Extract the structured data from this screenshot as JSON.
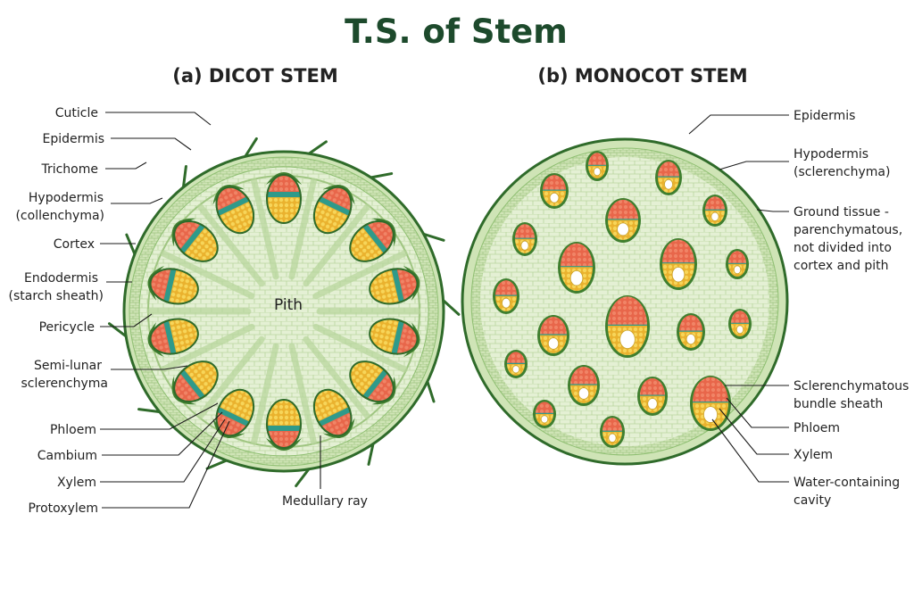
{
  "title": "T.S. of Stem",
  "dicot": {
    "heading": "(a) DICOT STEM",
    "center_label": "Pith",
    "labels": {
      "cuticle": "Cuticle",
      "epidermis": "Epidermis",
      "trichome": "Trichome",
      "hypodermis_1": "Hypodermis",
      "hypodermis_2": "(collenchyma)",
      "cortex": "Cortex",
      "endodermis_1": "Endodermis",
      "endodermis_2": "(starch sheath)",
      "pericycle": "Pericycle",
      "semilunar_1": "Semi-lunar",
      "semilunar_2": "sclerenchyma",
      "phloem": "Phloem",
      "cambium": "Cambium",
      "xylem": "Xylem",
      "protoxylem": "Protoxylem",
      "medullary_ray": "Medullary ray"
    }
  },
  "monocot": {
    "heading": "(b) MONOCOT STEM",
    "labels": {
      "epidermis": "Epidermis",
      "hypodermis_1": "Hypodermis",
      "hypodermis_2": "(sclerenchyma)",
      "ground_1": "Ground tissue -",
      "ground_2": "parenchymatous,",
      "ground_3": "not divided into",
      "ground_4": "cortex and pith",
      "sheath_1": "Sclerenchymatous",
      "sheath_2": "bundle sheath",
      "phloem": "Phloem",
      "xylem": "Xylem",
      "cavity_1": "Water-containing",
      "cavity_2": "cavity"
    }
  },
  "colors": {
    "title": "#1d4a2c",
    "tissue_light": "#dcebc8",
    "tissue_mid": "#b8d69a",
    "outline_dark": "#2f6b2a",
    "bundle_sheath": "#3f7f2f",
    "phloem": "#e8664a",
    "xylem": "#f3c33b",
    "cambium": "#2f9a8a",
    "cavity": "#ffffff"
  }
}
